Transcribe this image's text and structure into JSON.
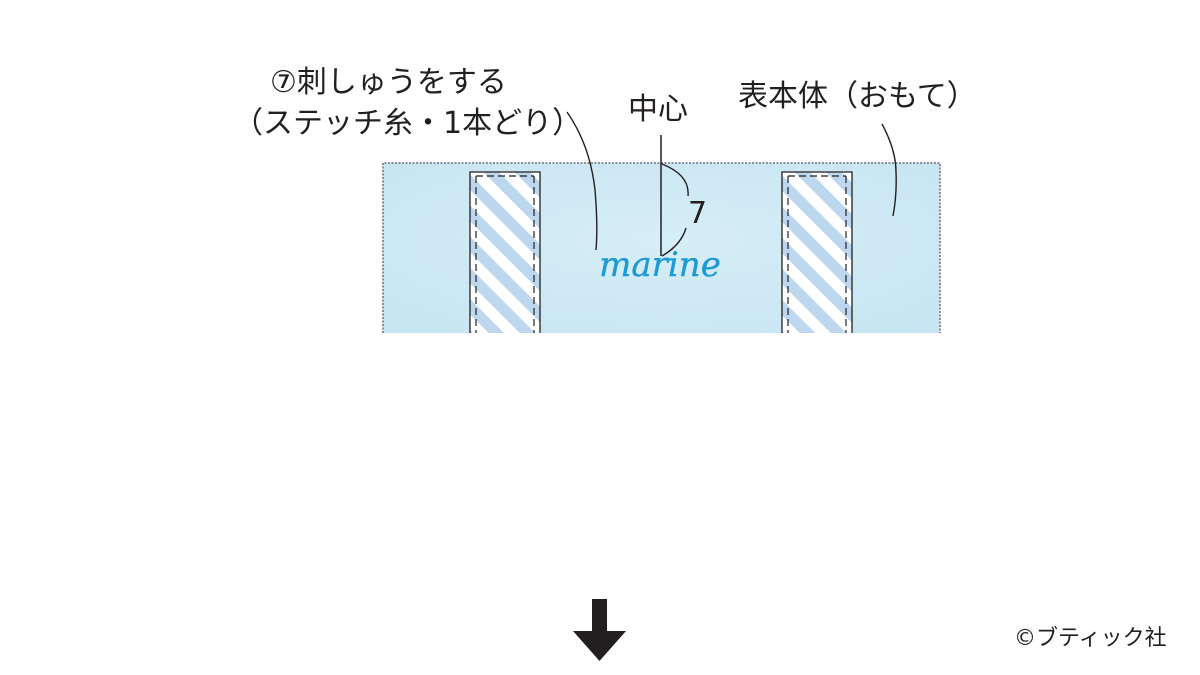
{
  "annotations": {
    "step_line1": "⑦刺しゅうをする",
    "step_line2": "（ステッチ糸・1本どり）",
    "center": "中心",
    "body_face": "表本体（おもて）",
    "dimension": "7"
  },
  "embroidery": {
    "text": "marine",
    "thread_color": "#1e9bd4"
  },
  "colors": {
    "fabric": "#cfe9f4",
    "stripe_light": "#bcd7ee",
    "stripe_white": "#ffffff",
    "ink": "#231f20"
  },
  "copyright": "©ブティック社"
}
